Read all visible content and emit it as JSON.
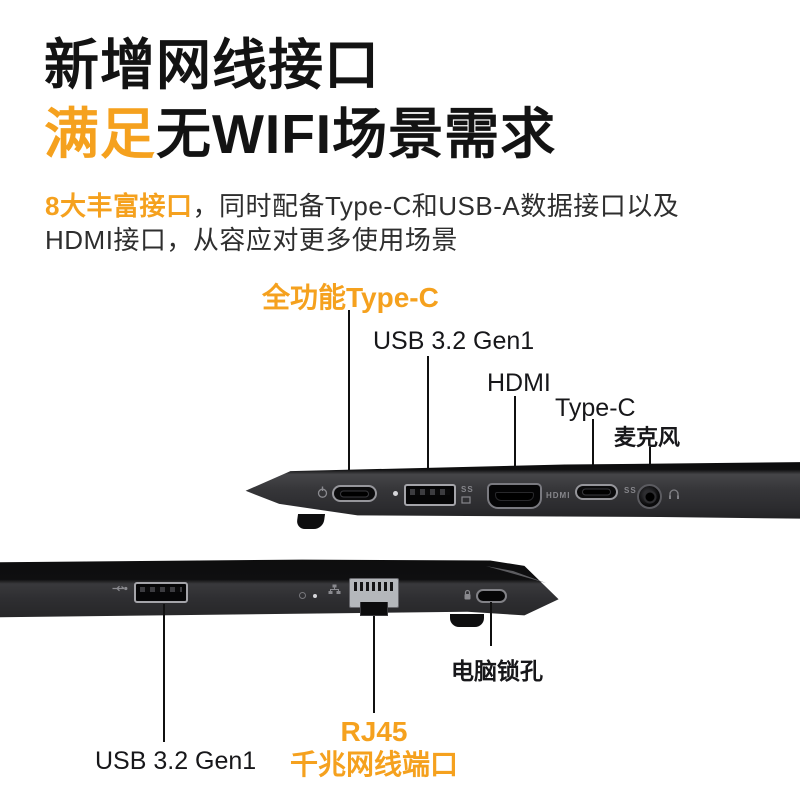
{
  "colors": {
    "accent": "#F5A11E",
    "ink": "#131313"
  },
  "header": {
    "title_line1": "新增网线接口",
    "title_line2_highlight": "满足",
    "title_line2_rest": "无WIFI场景需求",
    "desc_highlight": "8大丰富接口",
    "desc_rest_line1": "，同时配备Type-C和USB-A数据接口以及",
    "desc_line2": "HDMI接口，从容应对更多使用场景"
  },
  "top_view": {
    "callouts": [
      {
        "label": "全功能Type-C",
        "accent": true
      },
      {
        "label": "USB 3.2 Gen1",
        "accent": false
      },
      {
        "label": "HDMI",
        "accent": false
      },
      {
        "label": "Type-C",
        "accent": false
      },
      {
        "label": "麦克风",
        "accent": false
      }
    ],
    "port_marking_hdmi": "HDMI",
    "port_marking_ss": "SS"
  },
  "bottom_view": {
    "callouts": [
      {
        "label": "USB 3.2 Gen1",
        "accent": false
      },
      {
        "label": "RJ45",
        "label2": "千兆网线端口",
        "accent": true
      },
      {
        "label": "电脑锁孔",
        "accent": false
      }
    ]
  }
}
